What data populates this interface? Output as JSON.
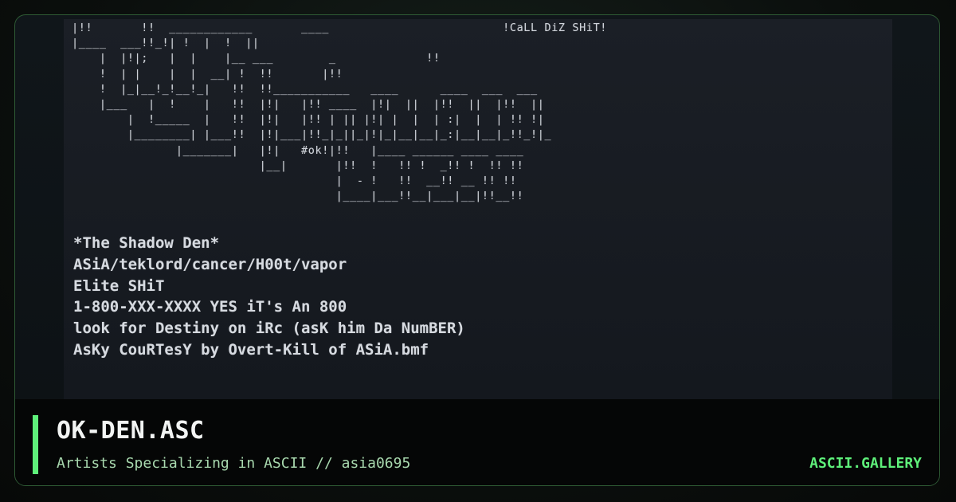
{
  "ascii_art": {
    "lines": [
      "|!!       !!  ____________       ____                         !CaLL DiZ SHiT!",
      "|____  ___!!_!| !  |  !  ||",
      "    |  |!|;   |  |    |__ ___        _             !!",
      "    !  | |    |  |  __| !  !!       |!!",
      "    !  |_|__!_!__!_|   !!  !!___________   ____      ____  ___  ___",
      "    |___   |  !    |   !!  |!|   |!! ____  |!|  ||  |!!  ||  |!!  ||",
      "        |  !_____  |   !!  |!|   |!! | || |!| |  |  | :|  |  | !! !|",
      "        |________| |___!!  |!|___|!!_|_||_|!|_|__|__|_:|__|__|_!!_!|_",
      "               |_______|   |!|   #ok!|!!   |____ ______ ____ ____",
      "                           |__|       |!!  !   !! !  _!! !  !! !!",
      "                                      |  - !   !!  __!! __ !! !!",
      "                                      |____|___!!__|___|__|!!__!!"
    ],
    "info": [
      "*The Shadow Den*",
      "ASiA/teklord/cancer/H00t/vapor",
      "Elite SHiT",
      "1-800-XXX-XXXX YES iT's An 800",
      "look for Destiny on iRc (asK him Da NumBER)",
      "AsKy CouRTesY by Overt-Kill of ASiA.bmf"
    ]
  },
  "footer": {
    "title": "OK-DEN.ASC",
    "subtitle": "Artists Specializing in ASCII // asia0695",
    "brand": "ASCII.GALLERY"
  },
  "colors": {
    "accent": "#5ef07a",
    "border": "#2e5a34",
    "panel": "#1b1f26"
  }
}
